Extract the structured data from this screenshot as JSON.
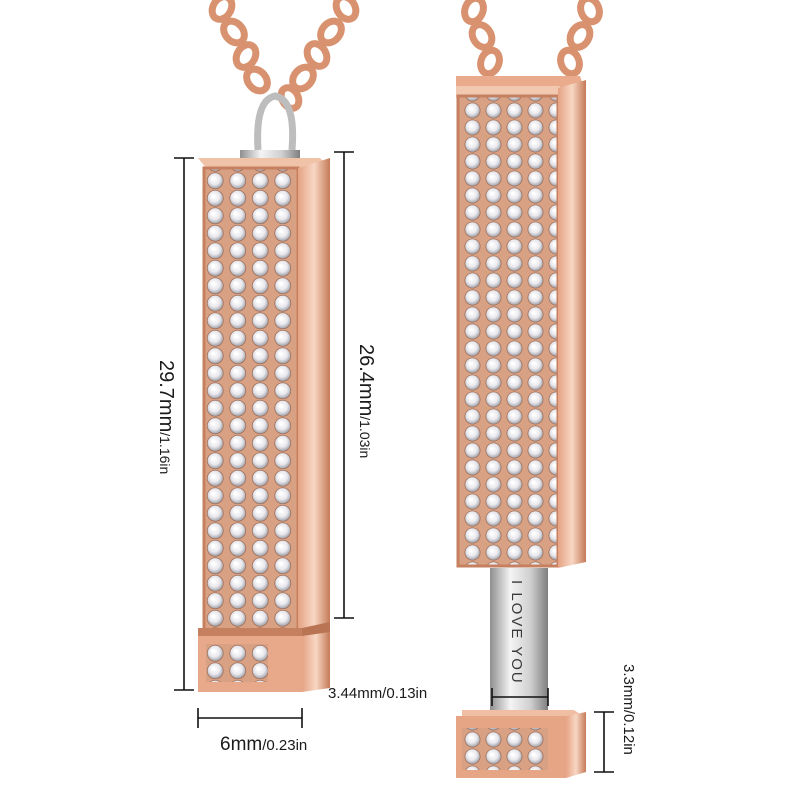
{
  "product": {
    "left_pendant": {
      "height_total": "29.7mm",
      "height_total_in": "/1.16in",
      "height_body": "26.4mm",
      "height_body_in": "/1.03in",
      "width": "6mm",
      "width_in": "/0.23in"
    },
    "right_pendant": {
      "engraving": "I LOVE YOU",
      "insert_width": "3.44mm/0.13in",
      "cap_height": "3.3mm/0.12in"
    }
  },
  "colors": {
    "rose_gold_light": "#f6c9b1",
    "rose_gold_mid": "#e0a07f",
    "rose_gold_dark": "#b8704f",
    "silver_light": "#f2f2f2",
    "silver_dark": "#9a9a9a",
    "dimension_line": "#111111"
  }
}
